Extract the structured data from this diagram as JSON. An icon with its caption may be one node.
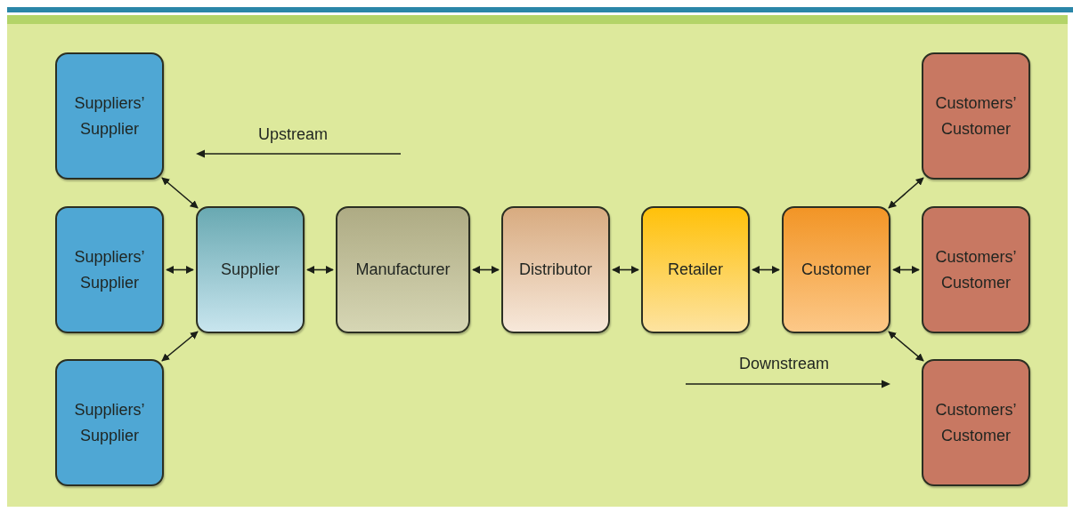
{
  "diagram": {
    "nodes": [
      {
        "text": [
          "Suppliers’ Supplier"
        ]
      },
      {
        "text": [
          "Suppliers’ Supplier"
        ]
      },
      {
        "text": [
          "Suppliers’ Supplier"
        ]
      },
      {
        "text": [
          "Supplier"
        ]
      },
      {
        "text": [
          "Manufacturer"
        ]
      },
      {
        "text": [
          "Distributor"
        ]
      },
      {
        "text": [
          "Retailer"
        ]
      },
      {
        "text": [
          "Customer"
        ]
      },
      {
        "text": [
          "Customers’ Customer"
        ]
      },
      {
        "text": [
          "Customers’ Customer"
        ]
      },
      {
        "text": [
          "Customers’ Customer"
        ]
      }
    ],
    "edges": [
      {
        "from": 0,
        "to": 3,
        "arrow": "both"
      },
      {
        "from": 1,
        "to": 3,
        "arrow": "both"
      },
      {
        "from": 2,
        "to": 3,
        "arrow": "both"
      },
      {
        "from": 3,
        "to": 4,
        "arrow": "both"
      },
      {
        "from": 4,
        "to": 5,
        "arrow": "both"
      },
      {
        "from": 5,
        "to": 6,
        "arrow": "both"
      },
      {
        "from": 6,
        "to": 7,
        "arrow": "both"
      },
      {
        "from": 7,
        "to": 8,
        "arrow": "both"
      },
      {
        "from": 7,
        "to": 9,
        "arrow": "both"
      },
      {
        "from": 7,
        "to": 10,
        "arrow": "both"
      }
    ],
    "labels": [
      "Upstream",
      "Downstream"
    ]
  }
}
